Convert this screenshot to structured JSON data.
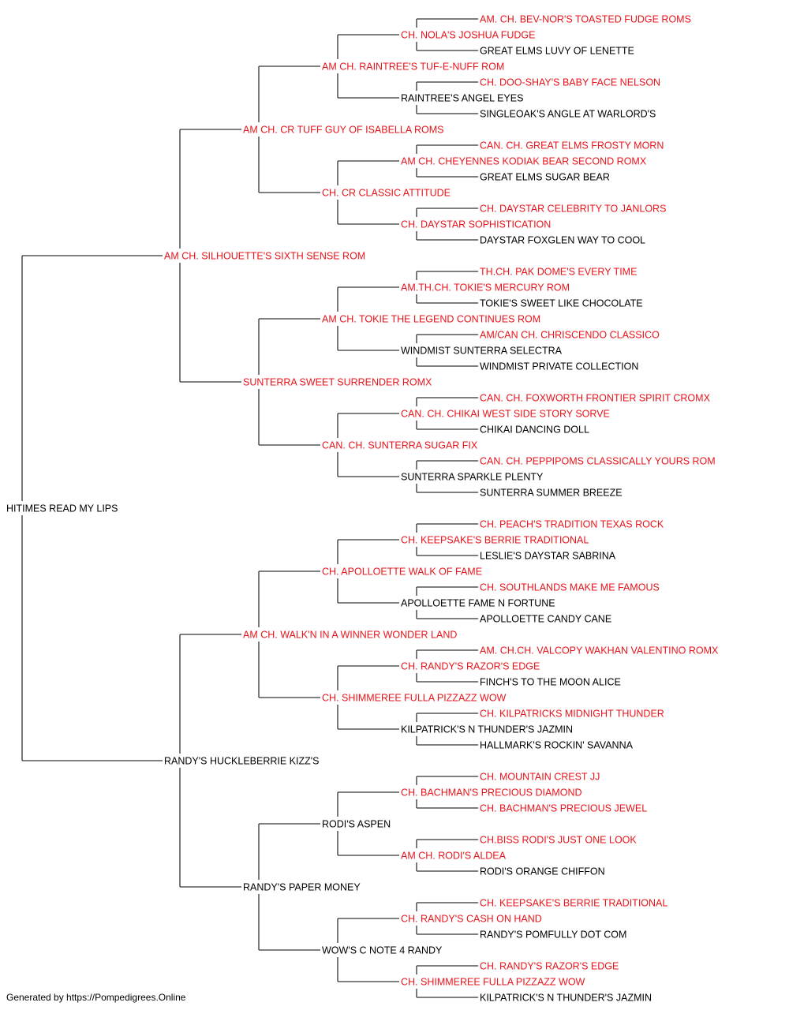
{
  "colors": {
    "titled": "#e8141b",
    "untitled": "#000000",
    "line": "#333333"
  },
  "footer": "Generated by https://Pompedigrees.Online",
  "pedigree": {
    "name": "HITIMES READ MY LIPS",
    "titled": false,
    "sire": {
      "name": "AM CH. SILHOUETTE'S SIXTH SENSE ROM",
      "titled": true,
      "sire": {
        "name": "AM CH. CR TUFF GUY OF ISABELLA ROMS",
        "titled": true,
        "sire": {
          "name": "AM CH. RAINTREE'S TUF-E-NUFF ROM",
          "titled": true,
          "sire": {
            "name": "CH. NOLA'S JOSHUA FUDGE",
            "titled": true,
            "sire": {
              "name": "AM. CH. BEV-NOR'S TOASTED FUDGE ROMS",
              "titled": true
            },
            "dam": {
              "name": "GREAT ELMS LUVY OF LENETTE",
              "titled": false
            }
          },
          "dam": {
            "name": "RAINTREE'S ANGEL EYES",
            "titled": false,
            "sire": {
              "name": "CH. DOO-SHAY'S BABY FACE NELSON",
              "titled": true
            },
            "dam": {
              "name": "SINGLEOAK'S ANGLE AT WARLORD'S",
              "titled": false
            }
          }
        },
        "dam": {
          "name": "CH. CR CLASSIC ATTITUDE",
          "titled": true,
          "sire": {
            "name": "AM CH. CHEYENNES KODIAK BEAR SECOND ROMX",
            "titled": true,
            "sire": {
              "name": "CAN. CH. GREAT ELMS FROSTY MORN",
              "titled": true
            },
            "dam": {
              "name": "GREAT ELMS SUGAR BEAR",
              "titled": false
            }
          },
          "dam": {
            "name": "CH. DAYSTAR SOPHISTICATION",
            "titled": true,
            "sire": {
              "name": "CH. DAYSTAR CELEBRITY TO JANLORS",
              "titled": true
            },
            "dam": {
              "name": "DAYSTAR FOXGLEN WAY TO COOL",
              "titled": false
            }
          }
        }
      },
      "dam": {
        "name": "SUNTERRA SWEET SURRENDER ROMX",
        "titled": true,
        "sire": {
          "name": "AM CH. TOKIE THE LEGEND CONTINUES ROM",
          "titled": true,
          "sire": {
            "name": "AM.TH.CH. TOKIE'S MERCURY ROM",
            "titled": true,
            "sire": {
              "name": "TH.CH. PAK DOME'S EVERY TIME",
              "titled": true
            },
            "dam": {
              "name": "TOKIE'S SWEET LIKE CHOCOLATE",
              "titled": false
            }
          },
          "dam": {
            "name": "WINDMIST SUNTERRA SELECTRA",
            "titled": false,
            "sire": {
              "name": "AM/CAN CH. CHRISCENDO CLASSICO",
              "titled": true
            },
            "dam": {
              "name": "WINDMIST PRIVATE COLLECTION",
              "titled": false
            }
          }
        },
        "dam": {
          "name": "CAN. CH. SUNTERRA SUGAR FIX",
          "titled": true,
          "sire": {
            "name": "CAN. CH. CHIKAI WEST SIDE STORY SORVE",
            "titled": true,
            "sire": {
              "name": "CAN. CH. FOXWORTH FRONTIER SPIRIT CROMX",
              "titled": true
            },
            "dam": {
              "name": "CHIKAI DANCING DOLL",
              "titled": false
            }
          },
          "dam": {
            "name": "SUNTERRA SPARKLE PLENTY",
            "titled": false,
            "sire": {
              "name": "CAN. CH. PEPPIPOMS CLASSICALLY YOURS ROM",
              "titled": true
            },
            "dam": {
              "name": "SUNTERRA SUMMER BREEZE",
              "titled": false
            }
          }
        }
      }
    },
    "dam": {
      "name": "RANDY'S HUCKLEBERRIE KIZZ'S",
      "titled": false,
      "sire": {
        "name": "AM CH. WALK'N IN A WINNER WONDER LAND",
        "titled": true,
        "sire": {
          "name": "CH. APOLLOETTE WALK OF FAME",
          "titled": true,
          "sire": {
            "name": "CH. KEEPSAKE'S BERRIE TRADITIONAL",
            "titled": true,
            "sire": {
              "name": "CH. PEACH'S TRADITION TEXAS ROCK",
              "titled": true
            },
            "dam": {
              "name": "LESLIE'S DAYSTAR SABRINA",
              "titled": false
            }
          },
          "dam": {
            "name": "APOLLOETTE FAME N FORTUNE",
            "titled": false,
            "sire": {
              "name": "CH. SOUTHLANDS MAKE ME FAMOUS",
              "titled": true
            },
            "dam": {
              "name": "APOLLOETTE CANDY CANE",
              "titled": false
            }
          }
        },
        "dam": {
          "name": "CH. SHIMMEREE FULLA PIZZAZZ WOW",
          "titled": true,
          "sire": {
            "name": "CH. RANDY'S RAZOR'S EDGE",
            "titled": true,
            "sire": {
              "name": "AM. CH.CH. VALCOPY WAKHAN VALENTINO ROMX",
              "titled": true
            },
            "dam": {
              "name": "FINCH'S TO THE MOON ALICE",
              "titled": false
            }
          },
          "dam": {
            "name": "KILPATRICK'S N THUNDER'S JAZMIN",
            "titled": false,
            "sire": {
              "name": "CH. KILPATRICKS MIDNIGHT THUNDER",
              "titled": true
            },
            "dam": {
              "name": "HALLMARK'S ROCKIN' SAVANNA",
              "titled": false
            }
          }
        }
      },
      "dam": {
        "name": "RANDY'S PAPER MONEY",
        "titled": false,
        "sire": {
          "name": "RODI'S ASPEN",
          "titled": false,
          "sire": {
            "name": "CH. BACHMAN'S PRECIOUS DIAMOND",
            "titled": true,
            "sire": {
              "name": "CH. MOUNTAIN CREST JJ",
              "titled": true
            },
            "dam": {
              "name": "CH. BACHMAN'S PRECIOUS JEWEL",
              "titled": true
            }
          },
          "dam": {
            "name": "AM CH. RODI'S ALDEA",
            "titled": true,
            "sire": {
              "name": "CH.BISS RODI'S JUST ONE LOOK",
              "titled": true
            },
            "dam": {
              "name": "RODI'S ORANGE CHIFFON",
              "titled": false
            }
          }
        },
        "dam": {
          "name": "WOW'S C NOTE 4 RANDY",
          "titled": false,
          "sire": {
            "name": "CH. RANDY'S CASH ON HAND",
            "titled": true,
            "sire": {
              "name": "CH. KEEPSAKE'S BERRIE TRADITIONAL",
              "titled": true
            },
            "dam": {
              "name": "RANDY'S POMFULLY DOT COM",
              "titled": false
            }
          },
          "dam": {
            "name": "CH. SHIMMEREE FULLA PIZZAZZ WOW",
            "titled": true,
            "sire": {
              "name": "CH. RANDY'S RAZOR'S EDGE",
              "titled": true
            },
            "dam": {
              "name": "KILPATRICK'S N THUNDER'S JAZMIN",
              "titled": false
            }
          }
        }
      }
    }
  }
}
